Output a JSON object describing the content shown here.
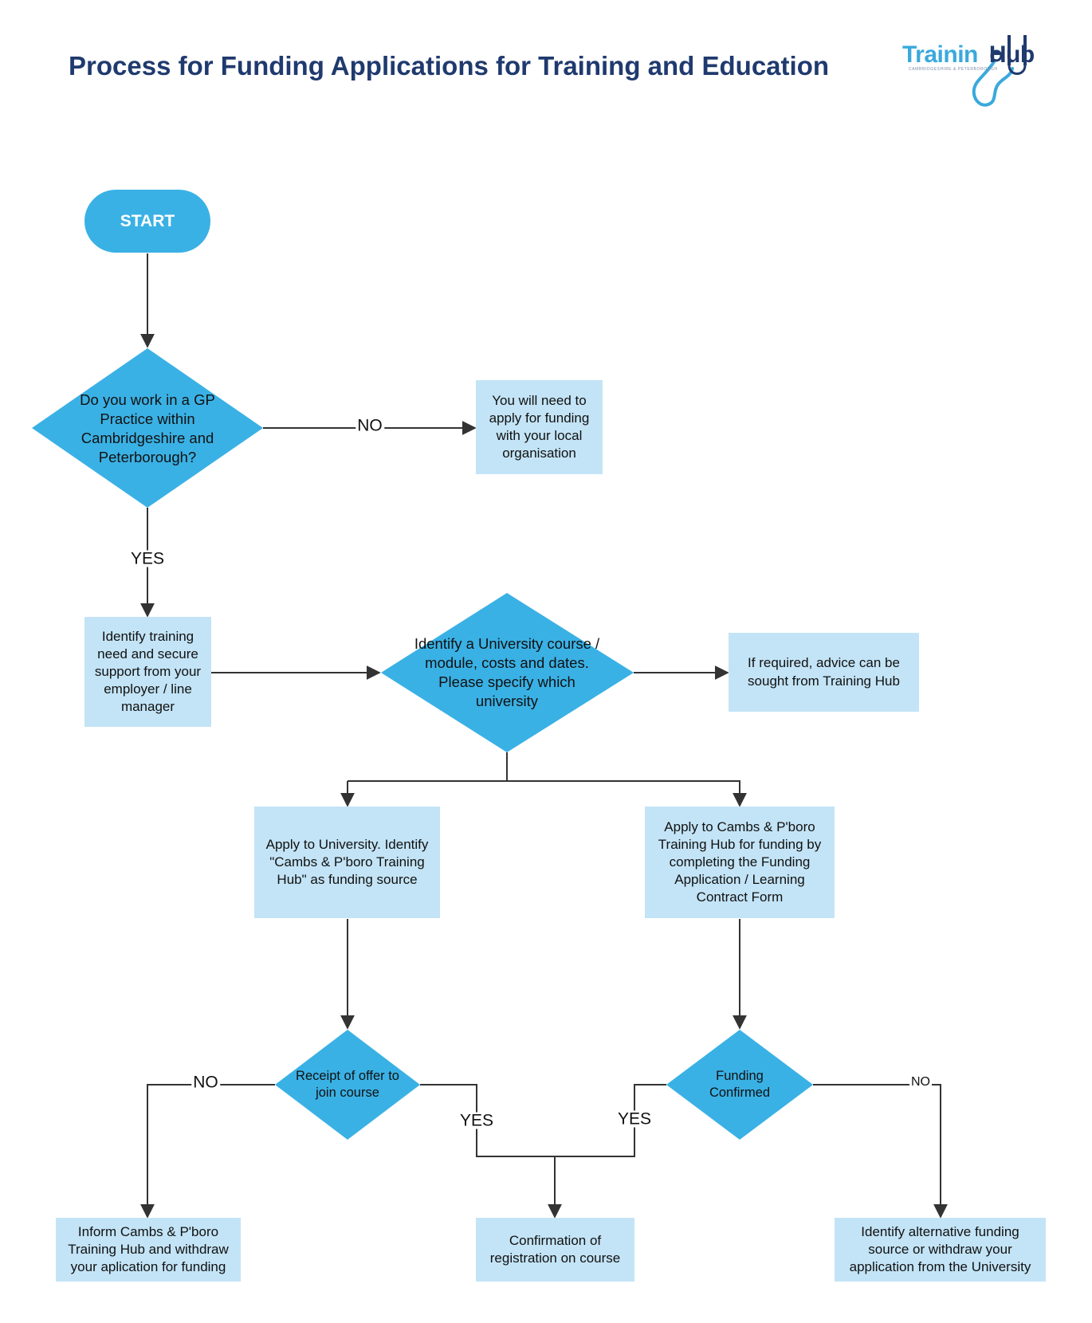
{
  "title": "Process for Funding Applications for Training and Education",
  "logo": {
    "text_part1": "Trainin",
    "text_part2": "Hub",
    "subtitle": "CAMBRIDGESHIRE & PETERBOROUGH"
  },
  "colors": {
    "diamond": "#3ab1e5",
    "box": "#c3e4f6",
    "title": "#1f3a6e",
    "line": "#333333"
  },
  "nodes": {
    "start": "START",
    "q_gp_practice": "Do you work in a GP Practice within Cambridgeshire and Peterborough?",
    "local_org": "You will need to apply for funding with your local organisation",
    "identify_need": "Identify training need and secure support from your employer / line manager",
    "identify_course": "Identify a University course / module, costs and dates. Please specify which university",
    "advice": "If required, advice can be sought from Training Hub",
    "apply_university": "Apply to University. Identify \"Cambs & P'boro Training Hub\" as funding source",
    "apply_hub": "Apply to Cambs & P'boro Training Hub for funding by completing the Funding Application / Learning Contract Form",
    "q_receipt_offer": "Receipt of offer to join course",
    "q_funding_confirmed": "Funding Confirmed",
    "inform_hub": "Inform Cambs & P'boro Training Hub and withdraw your aplication for funding",
    "confirmation": "Confirmation of registration on course",
    "alternative_funding": "Identify alternative funding source or withdraw your application from the University"
  },
  "edge_labels": {
    "gp_no": "NO",
    "gp_yes": "YES",
    "offer_no": "NO",
    "offer_yes": "YES",
    "funding_yes": "YES",
    "funding_no": "NO"
  }
}
